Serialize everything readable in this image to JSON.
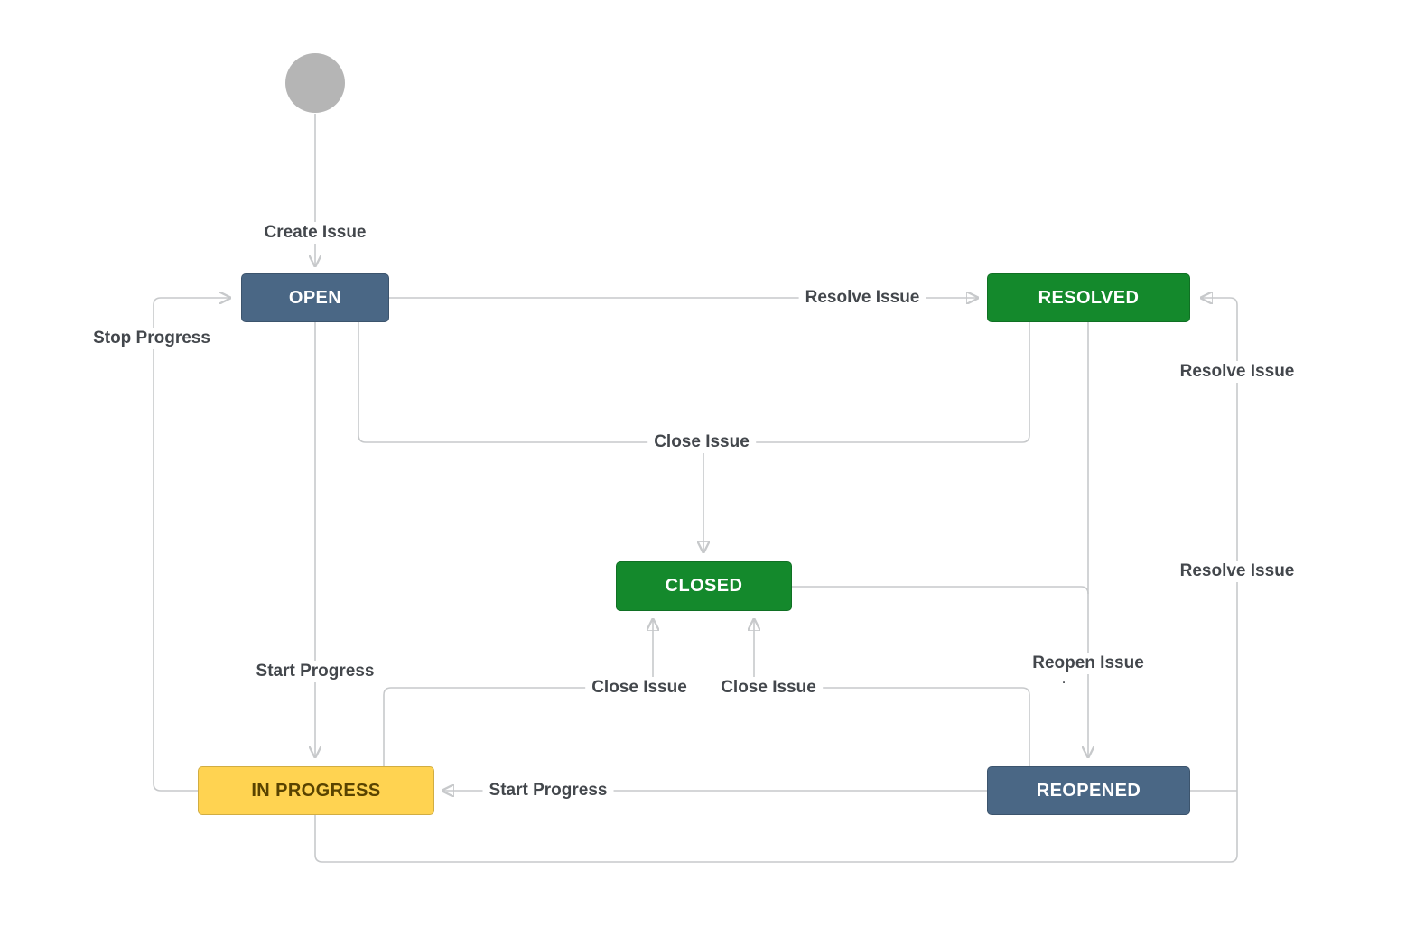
{
  "diagram": {
    "kind": "workflow-state-diagram",
    "colors": {
      "node_blue": "#4a6785",
      "node_green": "#14892c",
      "node_yellow": "#ffd351",
      "node_yellow_text": "#594300",
      "node_text_light": "#ffffff",
      "start_node": "#b5b5b5",
      "edge_line": "#c7c9cb",
      "arrowhead": "#b5b8bb",
      "label_text": "#43474c"
    },
    "nodes": {
      "start": {
        "label": ""
      },
      "open": {
        "label": "OPEN",
        "color": "#4a6785",
        "text_color": "#ffffff"
      },
      "resolved": {
        "label": "RESOLVED",
        "color": "#14892c",
        "text_color": "#ffffff"
      },
      "closed": {
        "label": "CLOSED",
        "color": "#14892c",
        "text_color": "#ffffff"
      },
      "in_progress": {
        "label": "IN PROGRESS",
        "color": "#ffd351",
        "text_color": "#594300"
      },
      "reopened": {
        "label": "REOPENED",
        "color": "#4a6785",
        "text_color": "#ffffff"
      }
    },
    "transitions": {
      "create_issue": {
        "label": "Create Issue"
      },
      "resolve_issue_top": {
        "label": "Resolve Issue"
      },
      "stop_progress": {
        "label": "Stop Progress"
      },
      "close_issue_top": {
        "label": "Close Issue"
      },
      "resolve_issue_right_upper": {
        "label": "Resolve Issue"
      },
      "resolve_issue_right_lower": {
        "label": "Resolve Issue"
      },
      "start_progress_vertical": {
        "label": "Start Progress"
      },
      "close_issue_left": {
        "label": "Close Issue"
      },
      "close_issue_right": {
        "label": "Close Issue"
      },
      "reopen_issue": {
        "label": "Reopen Issue"
      },
      "reopen_issue_mark": {
        "label": "."
      },
      "start_progress_horizontal": {
        "label": "Start Progress"
      }
    }
  }
}
